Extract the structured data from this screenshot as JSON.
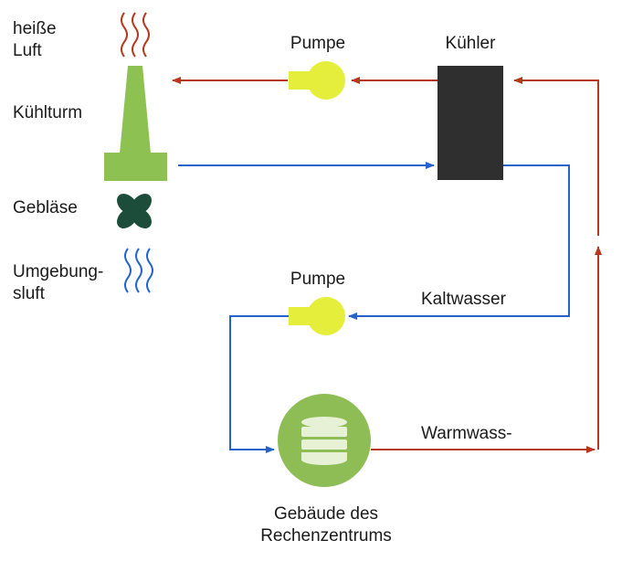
{
  "labels": {
    "hot_air": [
      "heiße",
      "Luft"
    ],
    "cooling_tower": "Kühlturm",
    "fan": "Gebläse",
    "ambient_air": [
      "Umgebung-",
      "sluft"
    ],
    "pump_top": "Pumpe",
    "chiller": "Kühler",
    "pump_mid": "Pumpe",
    "cold_water": "Kaltwasser",
    "warm_water": "Warmwass-",
    "building": [
      "Gebäude des",
      "Rechenzentrums"
    ]
  },
  "colors": {
    "hot_flow": "#b5391c",
    "cold_flow": "#2463c9",
    "tower": "#8dc152",
    "pump": "#e6ee3c",
    "chiller": "#2f2f2f",
    "fan": "#1b4d3a",
    "building": "#8ebd55",
    "db_icon": "#e7f1d6"
  }
}
